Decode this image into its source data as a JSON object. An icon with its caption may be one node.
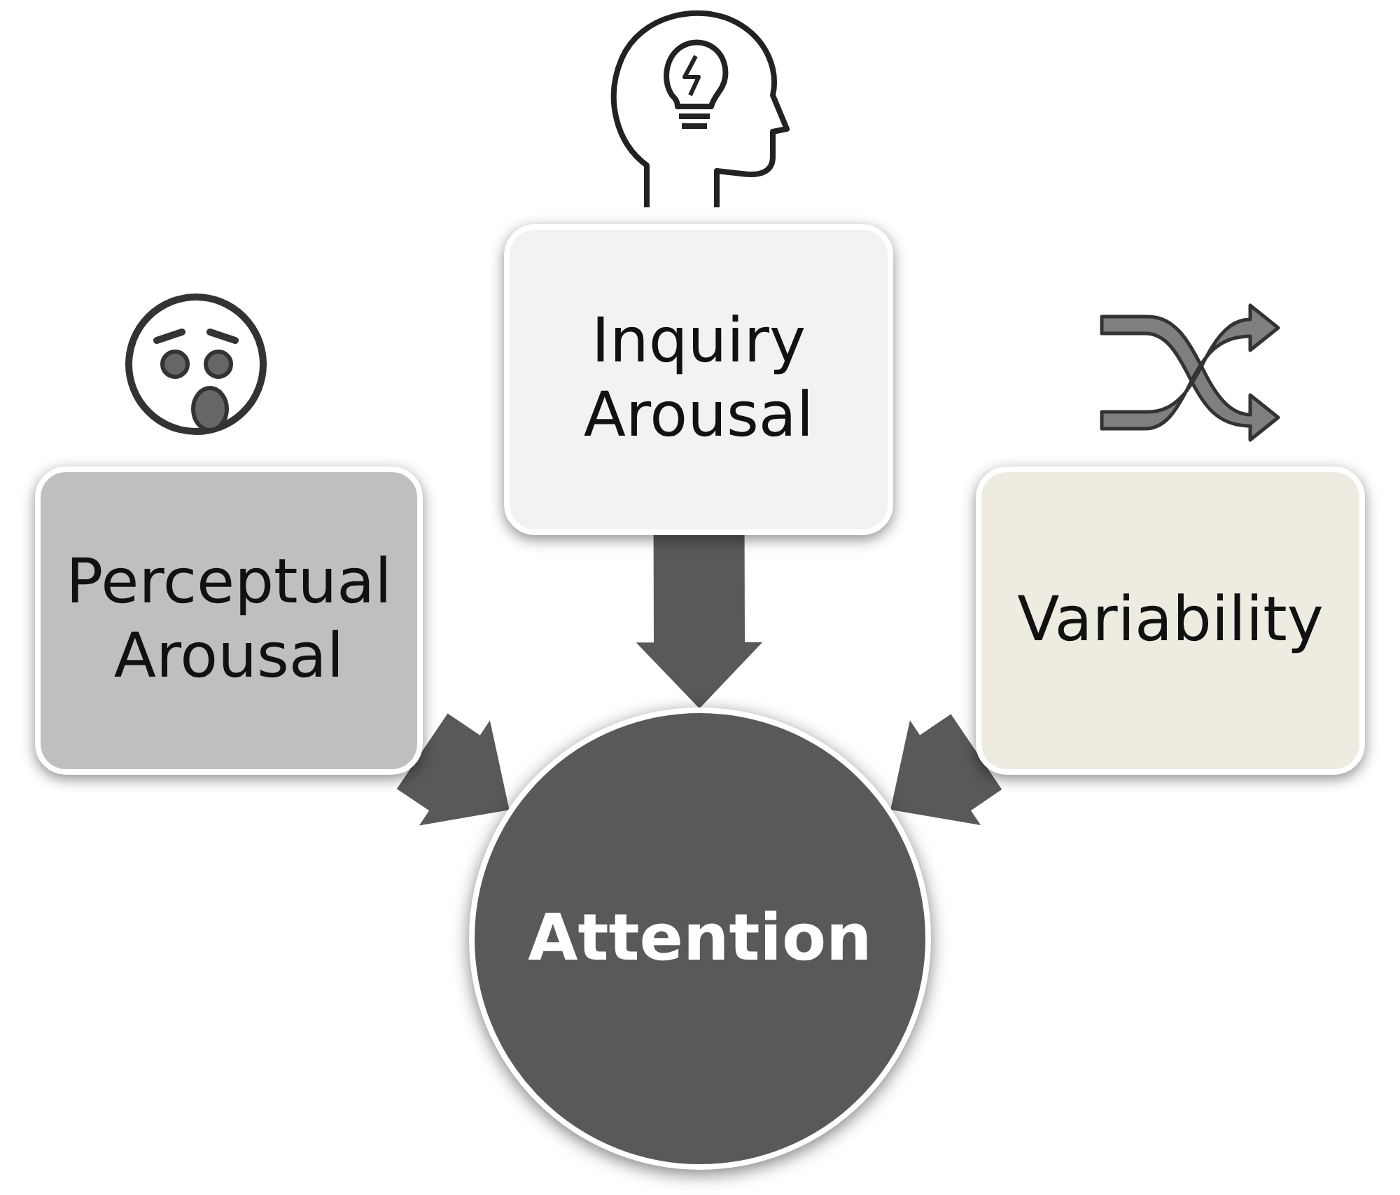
{
  "diagram": {
    "nodes": [
      {
        "text": [
          "Perceptual Arousal"
        ]
      },
      {
        "text": [
          "Inquiry Arousal"
        ]
      },
      {
        "text": [
          "Variability"
        ]
      },
      {
        "text": [
          "Attention"
        ]
      }
    ],
    "edges": [
      {
        "from": 0,
        "to": 3,
        "arrow": "to",
        "style": "thick"
      },
      {
        "from": 1,
        "to": 3,
        "arrow": "to",
        "style": "thick"
      },
      {
        "from": 2,
        "to": 3,
        "arrow": "to",
        "style": "thick"
      }
    ]
  }
}
